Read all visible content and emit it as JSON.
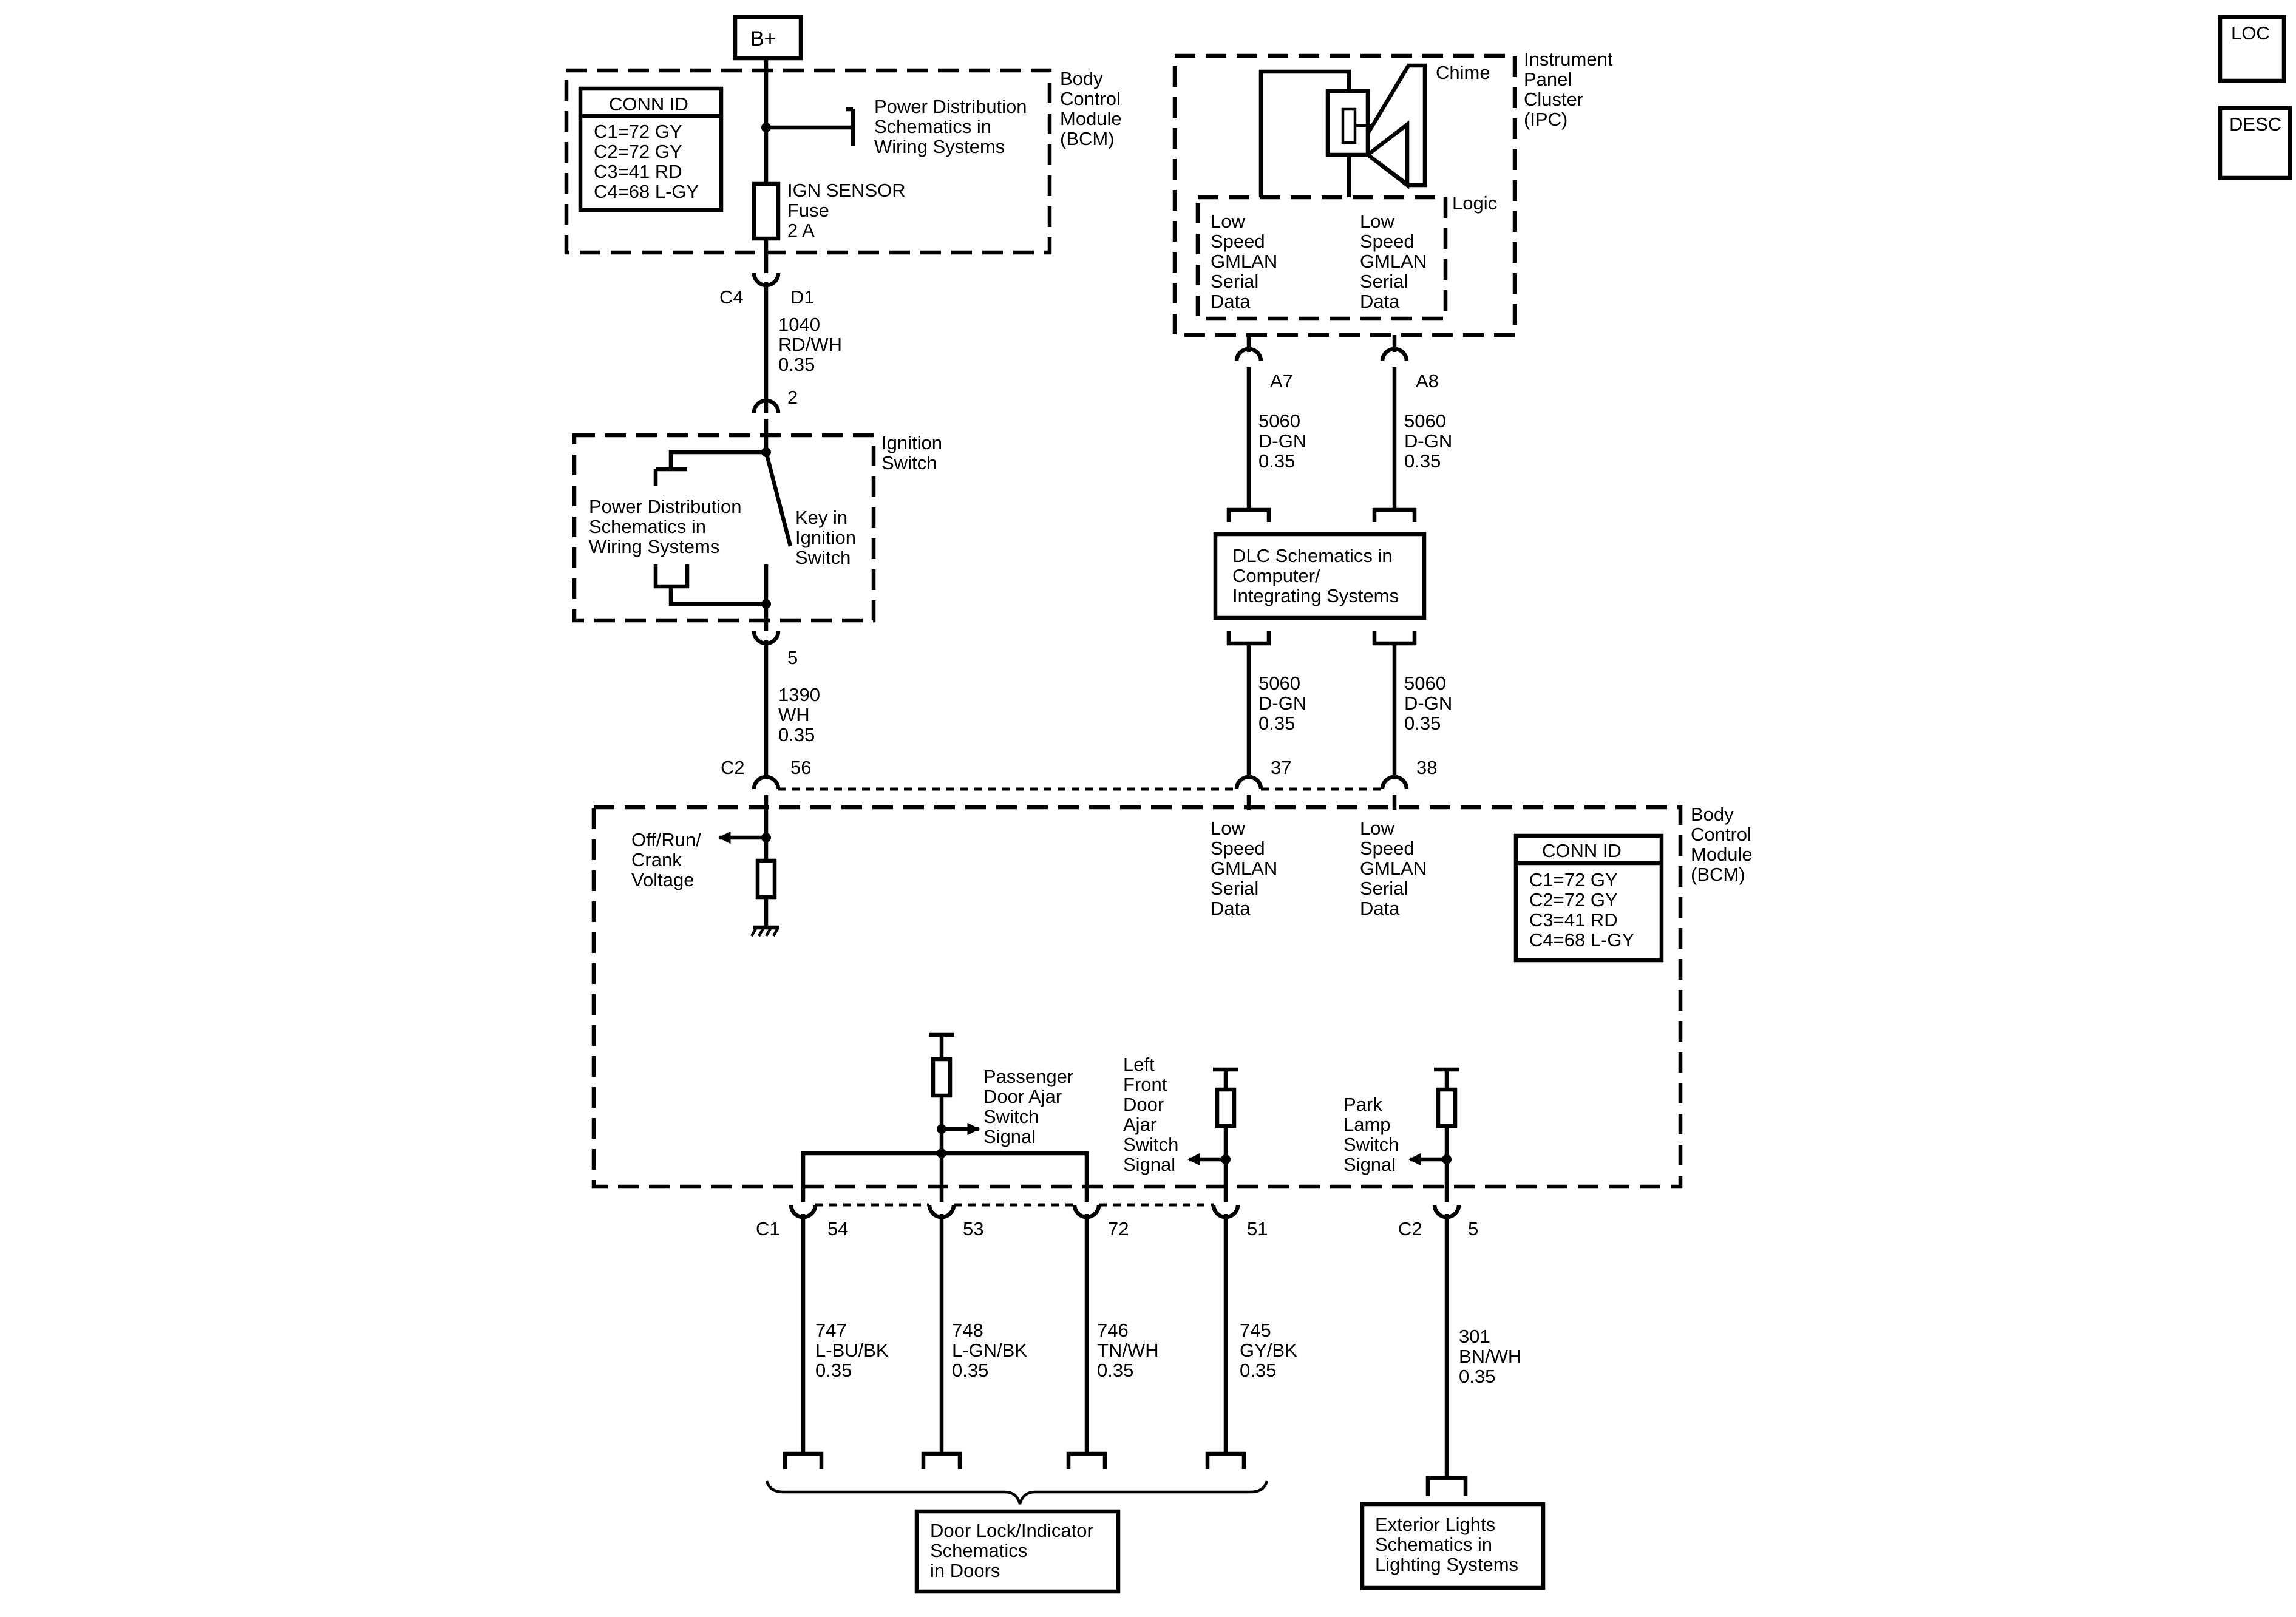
{
  "corner_icons": {
    "loc": "LOC",
    "desc": "DESC"
  },
  "battery": "B+",
  "bcm_top": {
    "title": [
      "Body",
      "Control",
      "Module",
      "(BCM)"
    ],
    "conn_title": "CONN ID",
    "conn_rows": [
      "C1=72 GY",
      "C2=72 GY",
      "C3=41 RD",
      "C4=68 L-GY"
    ],
    "power_ref": [
      "Power Distribution",
      "Schematics in",
      "Wiring Systems"
    ],
    "fuse": [
      "IGN SENSOR",
      "Fuse",
      "2 A"
    ]
  },
  "wire_1040": {
    "conn": "C4",
    "pin": "D1",
    "lines": [
      "1040",
      "RD/WH",
      "0.35"
    ],
    "switch_pin": "2"
  },
  "ignition_switch": {
    "title": [
      "Ignition",
      "Switch"
    ],
    "power_ref": [
      "Power Distribution",
      "Schematics in",
      "Wiring Systems"
    ],
    "key": [
      "Key in",
      "Ignition",
      "Switch"
    ]
  },
  "wire_1390": {
    "pin": "5",
    "lines": [
      "1390",
      "WH",
      "0.35"
    ],
    "conn": "C2",
    "bcm_pin": "56"
  },
  "ipc": {
    "title": [
      "Instrument",
      "Panel",
      "Cluster",
      "(IPC)"
    ],
    "chime": "Chime",
    "logic": "Logic",
    "gmlan": [
      "Low",
      "Speed",
      "GMLAN",
      "Serial",
      "Data"
    ]
  },
  "ipc_pins": {
    "a7": "A7",
    "a8": "A8"
  },
  "wire_5060": [
    "5060",
    "D-GN",
    "0.35"
  ],
  "dlc": [
    "DLC Schematics in",
    "Computer/",
    "Integrating Systems"
  ],
  "bcm_gmlan_pins": {
    "p37": "37",
    "p38": "38"
  },
  "bcm_main": {
    "title": [
      "Body",
      "Control",
      "Module",
      "(BCM)"
    ],
    "conn_title": "CONN ID",
    "conn_rows": [
      "C1=72 GY",
      "C2=72 GY",
      "C3=41 RD",
      "C4=68 L-GY"
    ],
    "off_run": [
      "Off/Run/",
      "Crank",
      "Voltage"
    ],
    "gmlan": [
      "Low",
      "Speed",
      "GMLAN",
      "Serial",
      "Data"
    ],
    "passenger": [
      "Passenger",
      "Door Ajar",
      "Switch",
      "Signal"
    ],
    "left_front": [
      "Left",
      "Front",
      "Door",
      "Ajar",
      "Switch",
      "Signal"
    ],
    "park_lamp": [
      "Park",
      "Lamp",
      "Switch",
      "Signal"
    ]
  },
  "bottom_pins": {
    "c1": "C1",
    "p54": "54",
    "p53": "53",
    "p72": "72",
    "p51": "51",
    "c2": "C2",
    "p5": "5"
  },
  "wires_bottom": {
    "w747": [
      "747",
      "L-BU/BK",
      "0.35"
    ],
    "w748": [
      "748",
      "L-GN/BK",
      "0.35"
    ],
    "w746": [
      "746",
      "TN/WH",
      "0.35"
    ],
    "w745": [
      "745",
      "GY/BK",
      "0.35"
    ],
    "w301": [
      "301",
      "BN/WH",
      "0.35"
    ]
  },
  "door_lock_ref": [
    "Door Lock/Indicator",
    "Schematics",
    "in Doors"
  ],
  "exterior_ref": [
    "Exterior Lights",
    "Schematics in",
    "Lighting Systems"
  ]
}
